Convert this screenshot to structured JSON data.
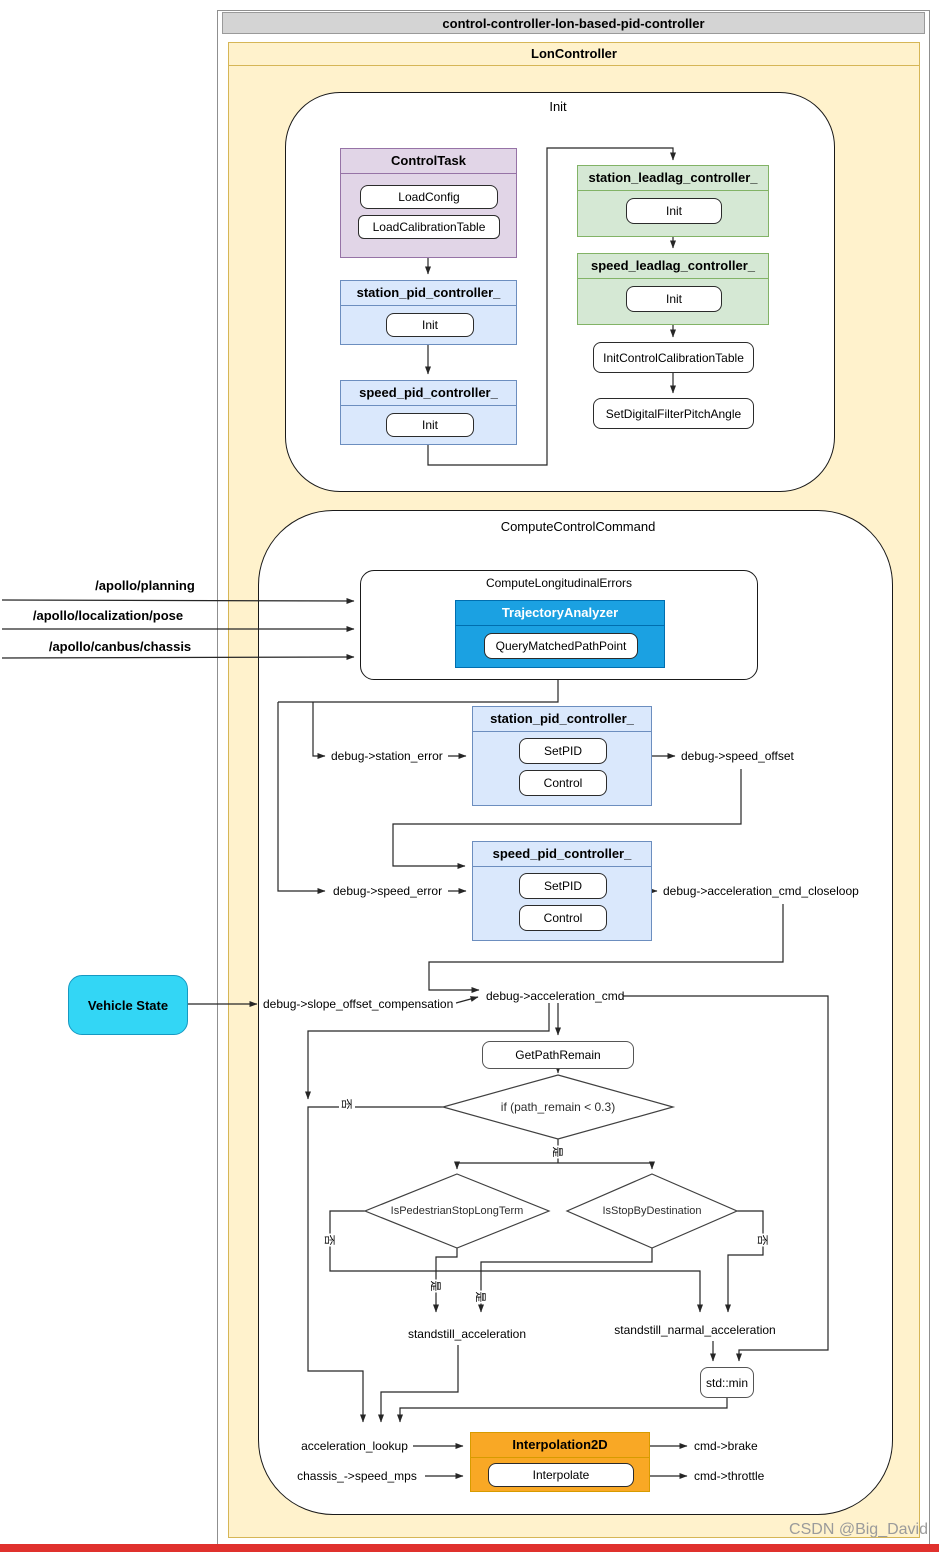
{
  "window": {
    "title": "control-controller-lon-based-pid-controller"
  },
  "panel": {
    "title": "LonController"
  },
  "init": {
    "title": "Init",
    "control_task": {
      "title": "ControlTask",
      "load_config": "LoadConfig",
      "load_calibration_table": "LoadCalibrationTable"
    },
    "station_pid": {
      "title": "station_pid_controller_",
      "init_label": "Init"
    },
    "speed_pid": {
      "title": "speed_pid_controller_",
      "init_label": "Init"
    },
    "station_leadlag": {
      "title": "station_leadlag_controller_",
      "init_label": "Init"
    },
    "speed_leadlag": {
      "title": "speed_leadlag_controller_",
      "init_label": "Init"
    },
    "init_control_calibration_table": "InitControlCalibrationTable",
    "set_digital_filter_pitch_angle": "SetDigitalFilterPitchAngle"
  },
  "compute": {
    "title": "ComputeControlCommand",
    "inputs": [
      "/apollo/planning",
      "/apollo/localization/pose",
      "/apollo/canbus/chassis"
    ],
    "cle": {
      "title": "ComputeLongitudinalErrors"
    },
    "trajectory_analyzer": {
      "title": "TrajectoryAnalyzer",
      "query_matched_path_point": "QueryMatchedPathPoint"
    },
    "station_pid": {
      "title": "station_pid_controller_",
      "set_pid": "SetPID",
      "control": "Control"
    },
    "speed_pid": {
      "title": "speed_pid_controller_",
      "set_pid": "SetPID",
      "control": "Control"
    },
    "vehicle_state": "Vehicle State",
    "get_path_remain": "GetPathRemain",
    "if_condition": "if (path_remain < 0.3)",
    "is_pedestrian_stop_long_term": "IsPedestrianStopLongTerm",
    "is_stop_by_destination": "IsStopByDestination",
    "std_min": "std::min",
    "interpolation2d": {
      "title": "Interpolation2D",
      "interpolate": "Interpolate"
    },
    "yes": "是",
    "no": "否",
    "labels": {
      "station_error": "debug->station_error",
      "speed_offset": "debug->speed_offset",
      "speed_error": "debug->speed_error",
      "acceleration_cmd_closeloop": "debug->acceleration_cmd_closeloop",
      "slope_offset_compensation": "debug->slope_offset_compensation",
      "acceleration_cmd": "debug->acceleration_cmd",
      "standstill_acceleration": "standstill_acceleration",
      "standstill_narmal_acceleration": "standstill_narmal_acceleration",
      "acceleration_lookup": "acceleration_lookup",
      "chassis_speed_mps": "chassis_->speed_mps",
      "cmd_brake": "cmd->brake",
      "cmd_throttle": "cmd->throttle"
    }
  },
  "watermark": "CSDN @Big_David",
  "colors": {
    "panel_fill": "#FFF2CC",
    "panel_stroke": "#D6B656",
    "purple_fill": "#E1D5E7",
    "purple_stroke": "#9673A6",
    "blue_fill": "#DAE8FC",
    "blue_stroke": "#6C8EBF",
    "green_fill": "#D5E8D4",
    "green_stroke": "#82B366",
    "sky_fill": "#1BA1E2",
    "sky_stroke": "#006EAF",
    "orange_fill": "#F9A825",
    "orange_stroke": "#D79B00",
    "cyan_fill": "#33D6F5",
    "cyan_stroke": "#1699C2",
    "red_bar": "#E0312D"
  }
}
